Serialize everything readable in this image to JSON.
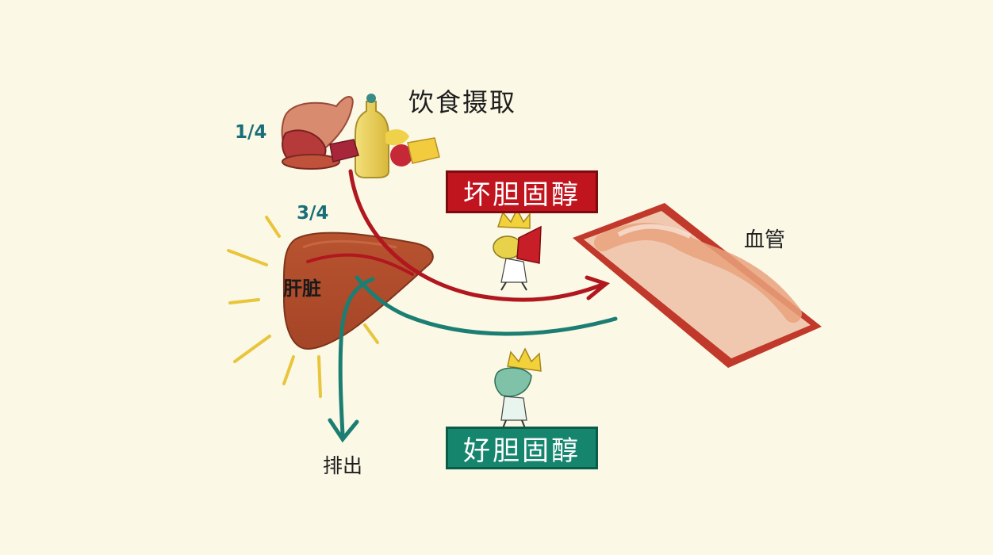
{
  "labels": {
    "intake": "饮食摄取",
    "fraction_food": "1/4",
    "fraction_liver": "3/4",
    "liver": "肝脏",
    "vessel": "血管",
    "excrete": "排出",
    "bad_cholesterol": "坏胆固醇",
    "good_cholesterol": "好胆固醇"
  },
  "colors": {
    "background": "#fbf8e6",
    "bad_cholesterol": "#c0141e",
    "good_cholesterol": "#16856e",
    "liver": "#b0502e",
    "arrow_red": "#b0171e",
    "arrow_teal": "#1c7e72",
    "vessel_wall": "#c0392b"
  }
}
